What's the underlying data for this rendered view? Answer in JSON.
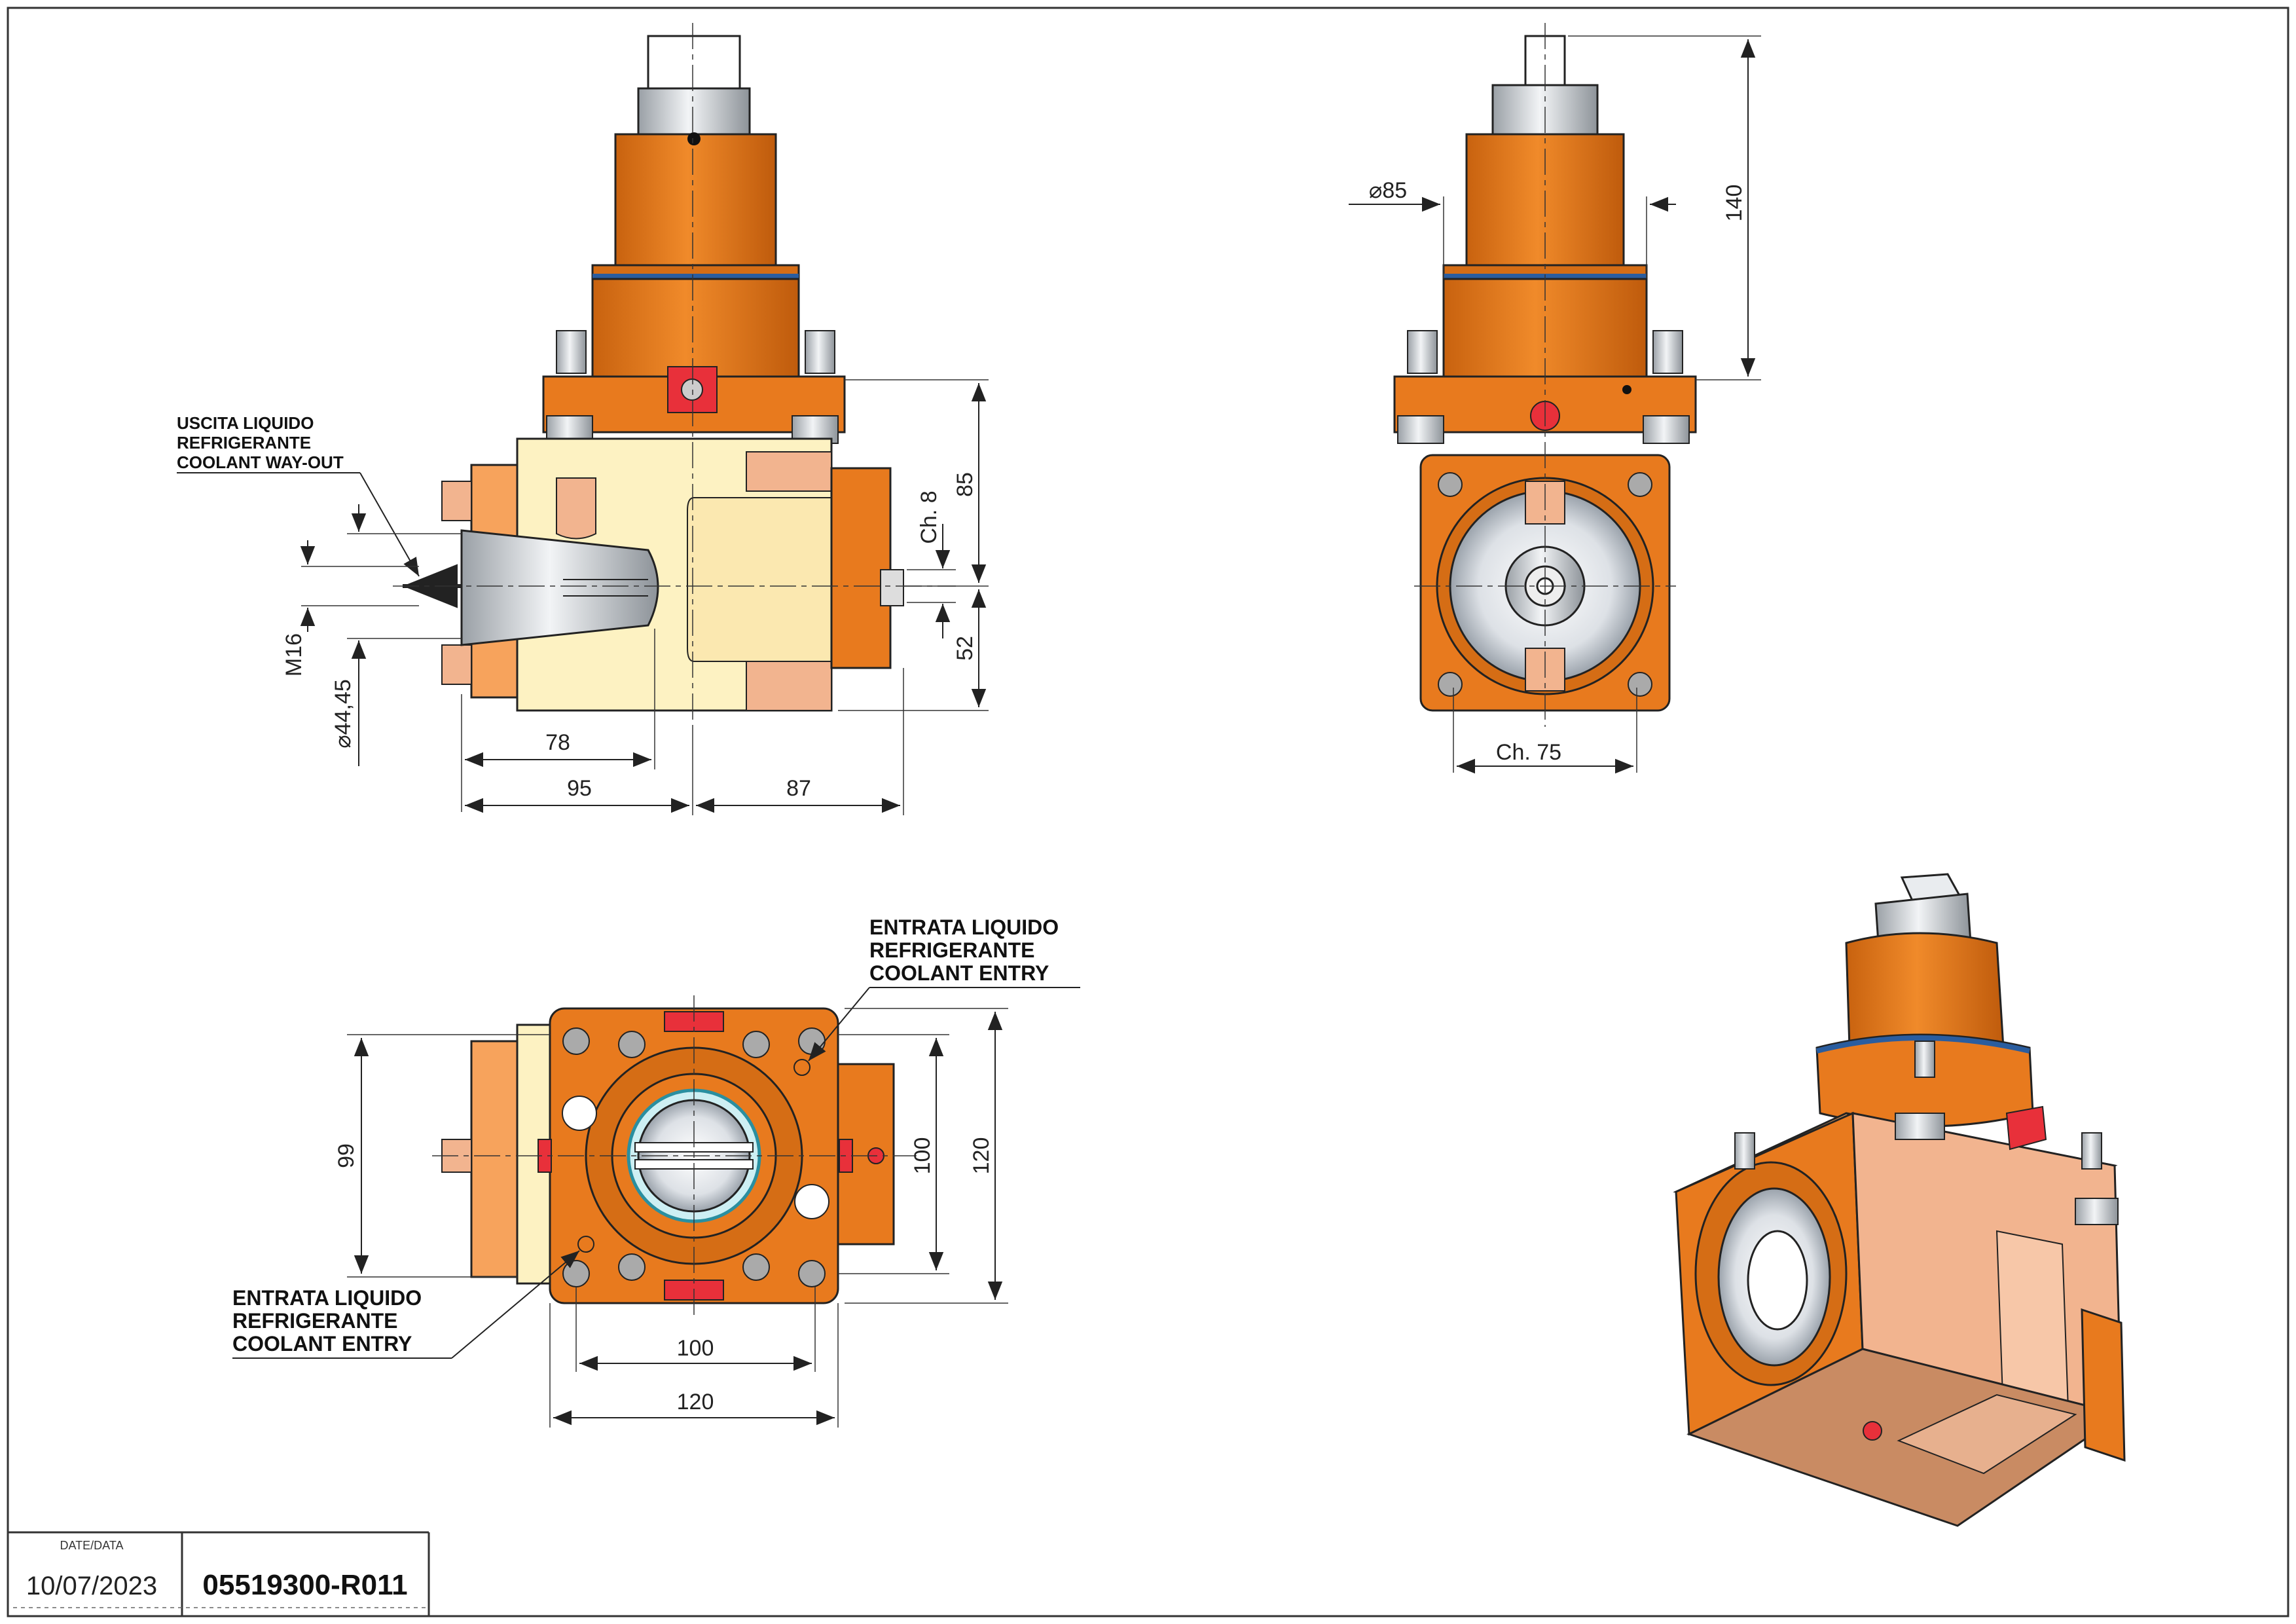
{
  "colors": {
    "orange": "#E87A1E",
    "orange_dark": "#B85A10",
    "cream": "#FDF2C2",
    "salmon": "#F2B48F",
    "steel": "#C9CDD2",
    "blue_ring": "#2A5D9F",
    "red_marker": "#E8303A",
    "line": "#222222"
  },
  "front_view": {
    "notes": {
      "coolant_way_out": [
        "USCITA LIQUIDO",
        "REFRIGERANTE",
        "COOLANT WAY-OUT"
      ]
    },
    "dims": {
      "d85": "85",
      "d52": "52",
      "ch8": "Ch. 8",
      "m16": "M16",
      "d4445": "⌀44,45",
      "d78": "78",
      "d95": "95",
      "d87": "87"
    }
  },
  "side_view": {
    "dims": {
      "d140": "140",
      "dia85": "⌀85",
      "ch75": "Ch. 75"
    }
  },
  "bottom_view": {
    "notes": {
      "coolant_entry_top": [
        "ENTRATA LIQUIDO",
        "REFRIGERANTE",
        "COOLANT ENTRY"
      ],
      "coolant_entry_bottom": [
        "ENTRATA LIQUIDO",
        "REFRIGERANTE",
        "COOLANT ENTRY"
      ]
    },
    "dims": {
      "d99": "99",
      "d100v": "100",
      "d120v": "120",
      "d100h": "100",
      "d120h": "120"
    }
  },
  "title_block": {
    "date_label": "DATE/DATA",
    "date": "10/07/2023",
    "code": "05519300-R011"
  }
}
